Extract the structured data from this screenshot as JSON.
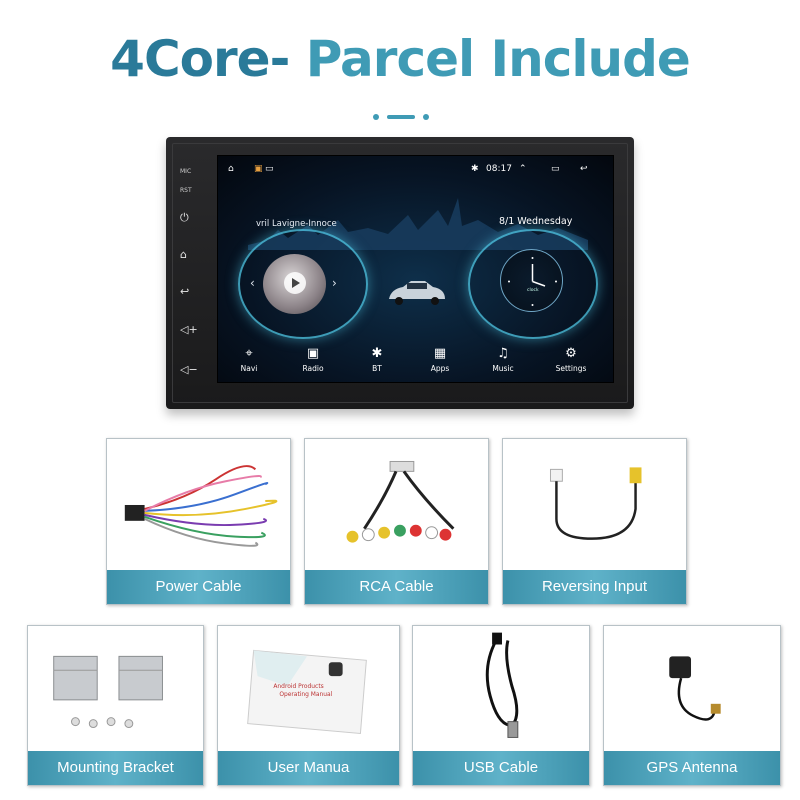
{
  "header": {
    "title_part1": "4Core-",
    "title_part2": "Parcel Include"
  },
  "device": {
    "side_labels": {
      "mic": "MIC",
      "rst": "RST"
    },
    "side_buttons": [
      "power-icon",
      "home-icon",
      "back-icon",
      "volume-up-icon",
      "volume-down-icon"
    ],
    "status": {
      "time": "08:17"
    },
    "now_playing": "vril Lavigne-Innoce",
    "date": "8/1 Wednesday",
    "clock_label": "clock",
    "dock": [
      {
        "label": "Navi",
        "icon": "location-pin-icon"
      },
      {
        "label": "Radio",
        "icon": "radio-icon"
      },
      {
        "label": "BT",
        "icon": "bluetooth-icon"
      },
      {
        "label": "Apps",
        "icon": "apps-grid-icon"
      },
      {
        "label": "Music",
        "icon": "music-note-icon"
      },
      {
        "label": "Settings",
        "icon": "gear-icon"
      }
    ]
  },
  "parcel": {
    "row1": [
      {
        "label": "Power Cable"
      },
      {
        "label": "RCA Cable"
      },
      {
        "label": "Reversing Input"
      }
    ],
    "row2": [
      {
        "label": "Mounting Bracket"
      },
      {
        "label": "User Manua"
      },
      {
        "label": "USB Cable"
      },
      {
        "label": "GPS Antenna"
      }
    ],
    "manual_text": [
      "Android Products",
      "Operating Manual"
    ]
  },
  "colors": {
    "title_dark": "#2a7a99",
    "title_light": "#3f9bb5",
    "caption_bar": "#4aa3bc"
  }
}
